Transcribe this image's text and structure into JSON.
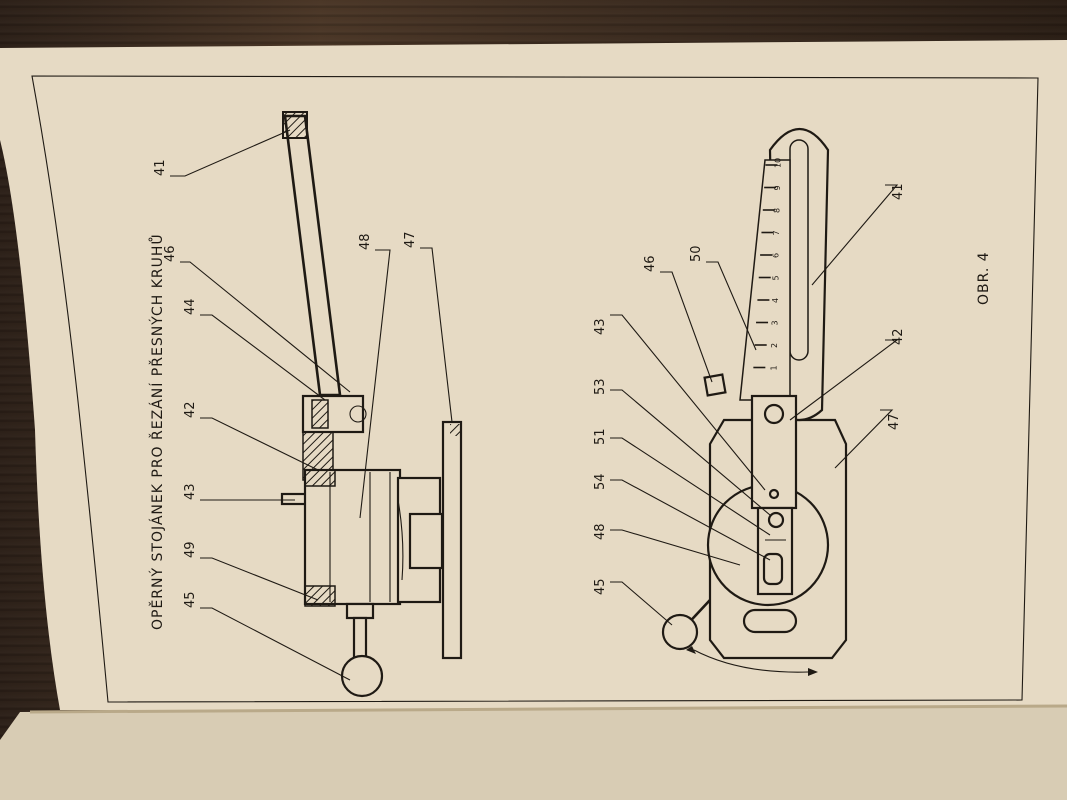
{
  "title": "OPĚRNÝ STOJÁNEK PRO ŘEZÁNÍ PŘESNÝCH KRUHŮ",
  "figure_label": "OBR. 4",
  "colors": {
    "paper": "#e6dac4",
    "paper_shadow": "#d4c6ab",
    "ink": "#1f1a14",
    "hatch": "#1f1a14"
  },
  "side_view_labels": [
    "41",
    "46",
    "44",
    "48",
    "47",
    "42",
    "43",
    "49",
    "45"
  ],
  "top_view_labels": [
    "46",
    "50",
    "41",
    "43",
    "53",
    "51",
    "54",
    "48",
    "45",
    "42",
    "47"
  ],
  "scale_ticks": [
    "1",
    "2",
    "3",
    "4",
    "5",
    "6",
    "7",
    "8",
    "9",
    "10"
  ]
}
